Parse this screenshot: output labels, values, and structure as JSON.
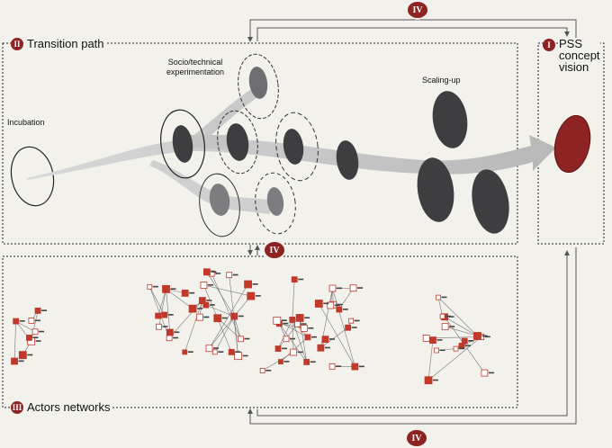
{
  "sections": {
    "transition": {
      "badge": "II",
      "title": "Transition path"
    },
    "vision": {
      "badge": "I",
      "title_line1": "PSS",
      "title_line2": "concept",
      "title_line3": "vision"
    },
    "actors": {
      "badge": "III",
      "title": "Actors networks"
    }
  },
  "stage_labels": {
    "incubation": "Incubation",
    "experimentation_line1": "Socio/technical",
    "experimentation_line2": "experimentation",
    "scaling": "Scaling-up"
  },
  "feedback_labels": {
    "top": "IV",
    "middle": "IV",
    "bottom": "IV"
  },
  "colors": {
    "background": "#f2f1ec",
    "accent_red": "#8e2323",
    "dark_oval": "#3e3e40",
    "mid_oval": "#7d7d80",
    "flow_arrow": "#c8c8c8",
    "network_red": "#c0392b"
  }
}
